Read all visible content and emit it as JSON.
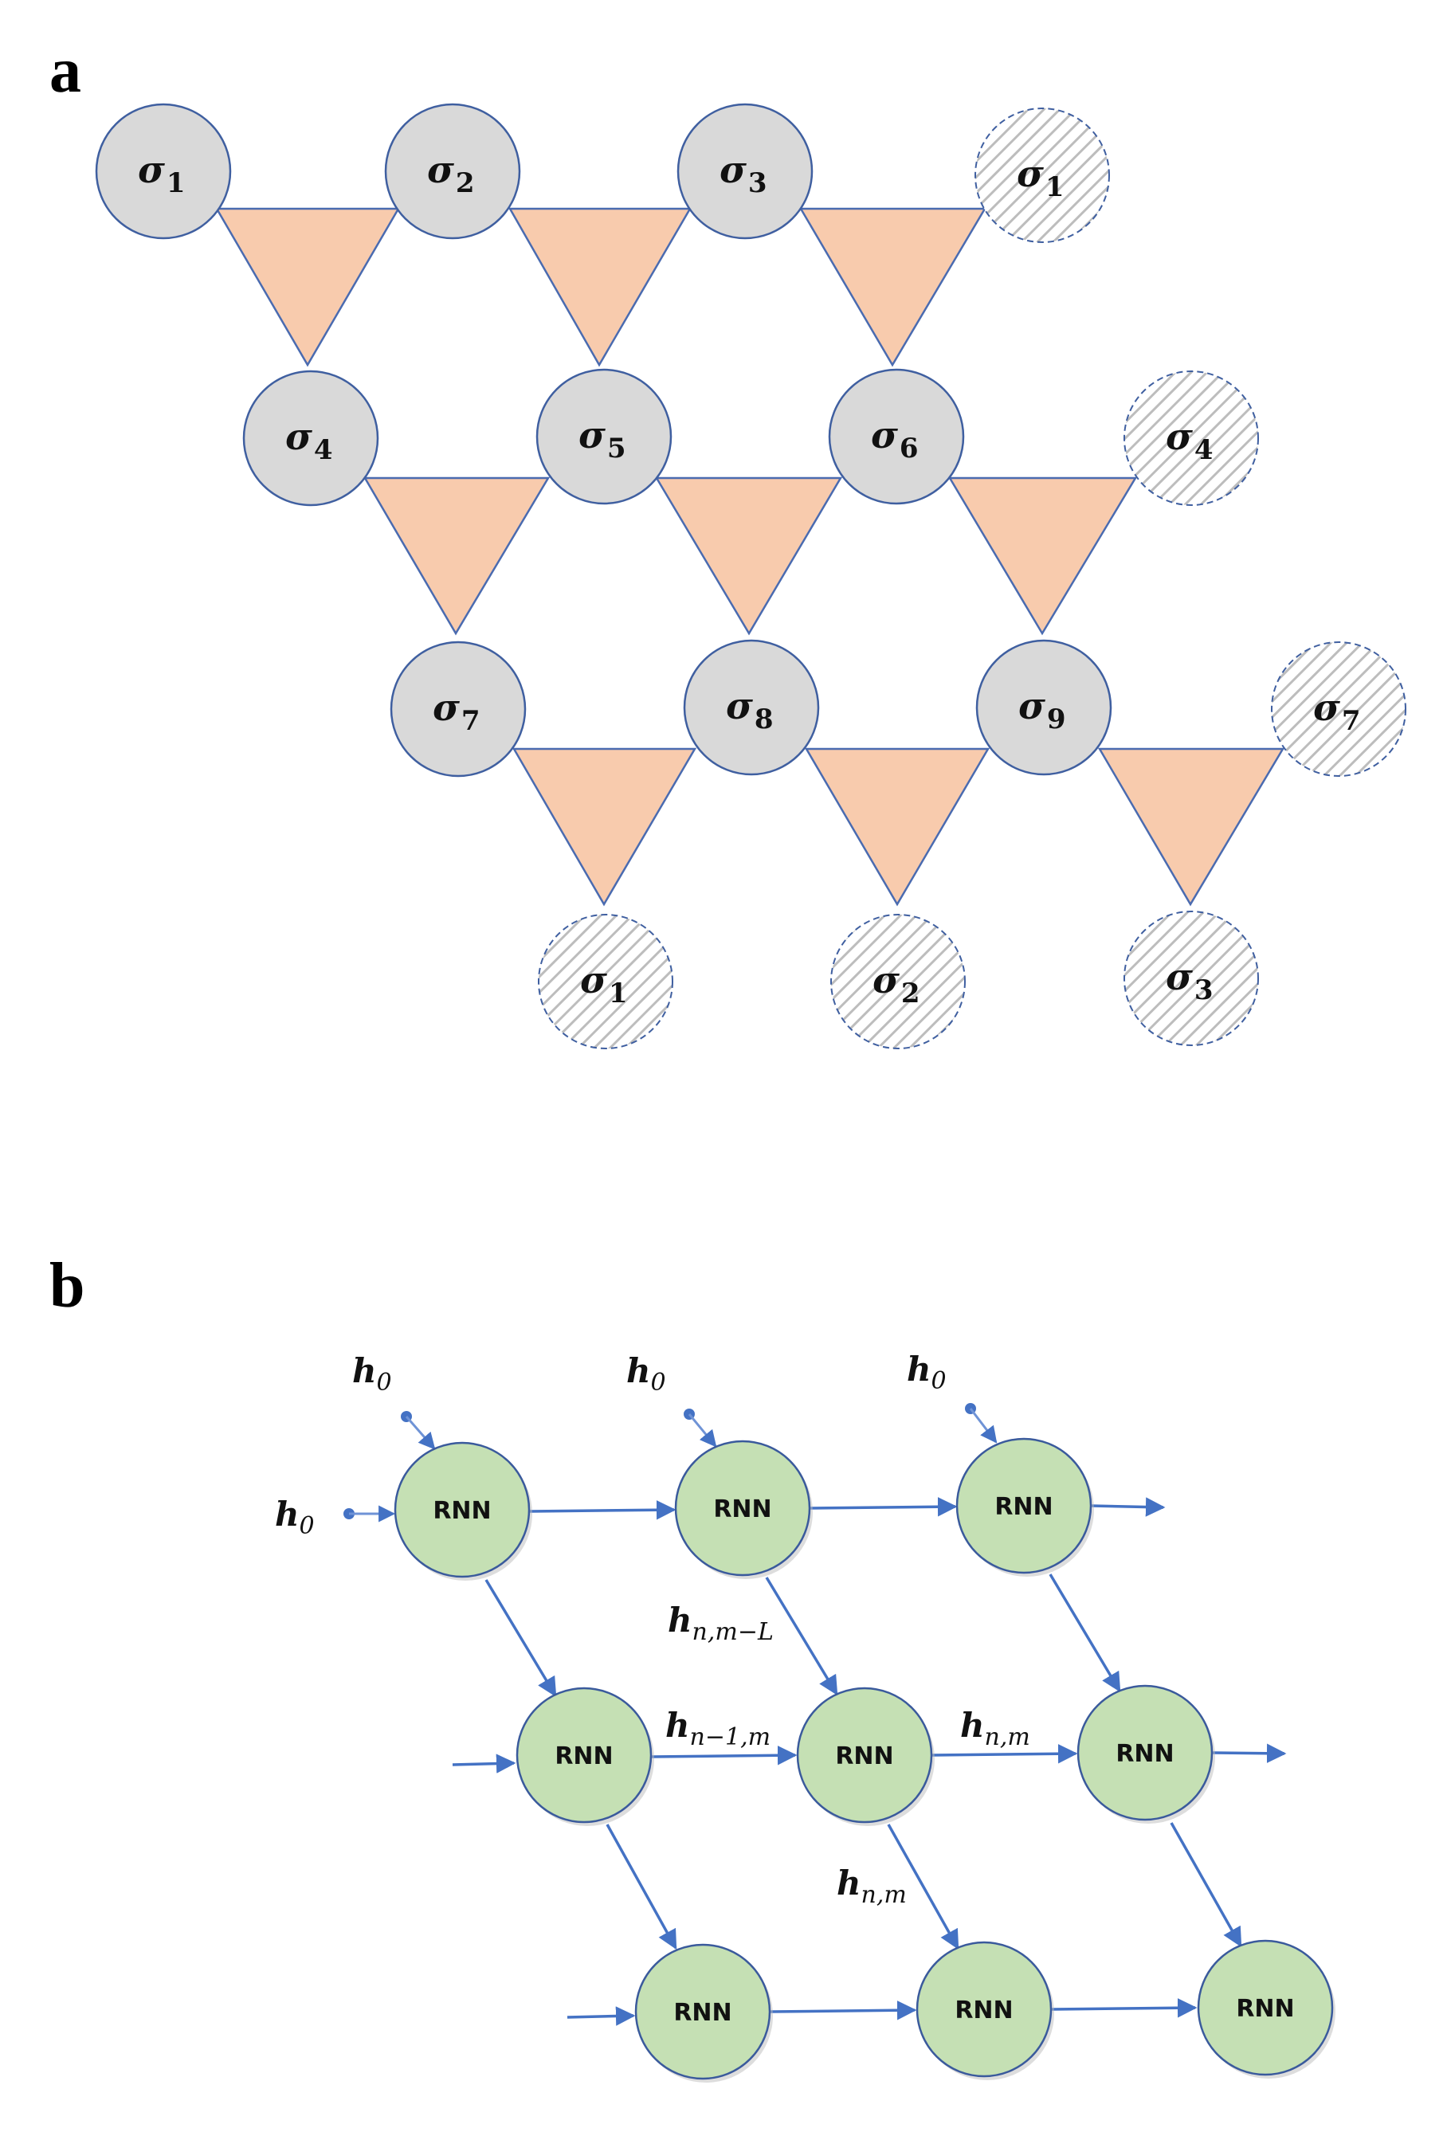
{
  "panels": {
    "a": "a",
    "b": "b"
  },
  "colors": {
    "site_fill": "#d9d9d9",
    "site_stroke": "#3f5fa0",
    "triangle_fill": "#f8cbad",
    "triangle_stroke": "#4a6bb0",
    "rnn_fill": "#c5e0b4",
    "rnn_stroke": "#3a5a9c",
    "arrow": "#4472c4"
  },
  "lattice": {
    "symbol": "σ",
    "sites": [
      {
        "sub": "1",
        "periodic": false
      },
      {
        "sub": "2",
        "periodic": false
      },
      {
        "sub": "3",
        "periodic": false
      },
      {
        "sub": "1",
        "periodic": true
      },
      {
        "sub": "4",
        "periodic": false
      },
      {
        "sub": "5",
        "periodic": false
      },
      {
        "sub": "6",
        "periodic": false
      },
      {
        "sub": "4",
        "periodic": true
      },
      {
        "sub": "7",
        "periodic": false
      },
      {
        "sub": "8",
        "periodic": false
      },
      {
        "sub": "9",
        "periodic": false
      },
      {
        "sub": "7",
        "periodic": true
      },
      {
        "sub": "1",
        "periodic": true
      },
      {
        "sub": "2",
        "periodic": true
      },
      {
        "sub": "3",
        "periodic": true
      }
    ]
  },
  "rnn": {
    "cell_label": "RNN",
    "labels": [
      {
        "base": "h",
        "sub": "0"
      },
      {
        "base": "h",
        "sub": "0"
      },
      {
        "base": "h",
        "sub": "0"
      },
      {
        "base": "h",
        "sub": "0"
      },
      {
        "base": "h",
        "sub": "n,m−L"
      },
      {
        "base": "h",
        "sub": "n−1,m"
      },
      {
        "base": "h",
        "sub": "n,m"
      },
      {
        "base": "h",
        "sub": "n,m"
      }
    ]
  }
}
